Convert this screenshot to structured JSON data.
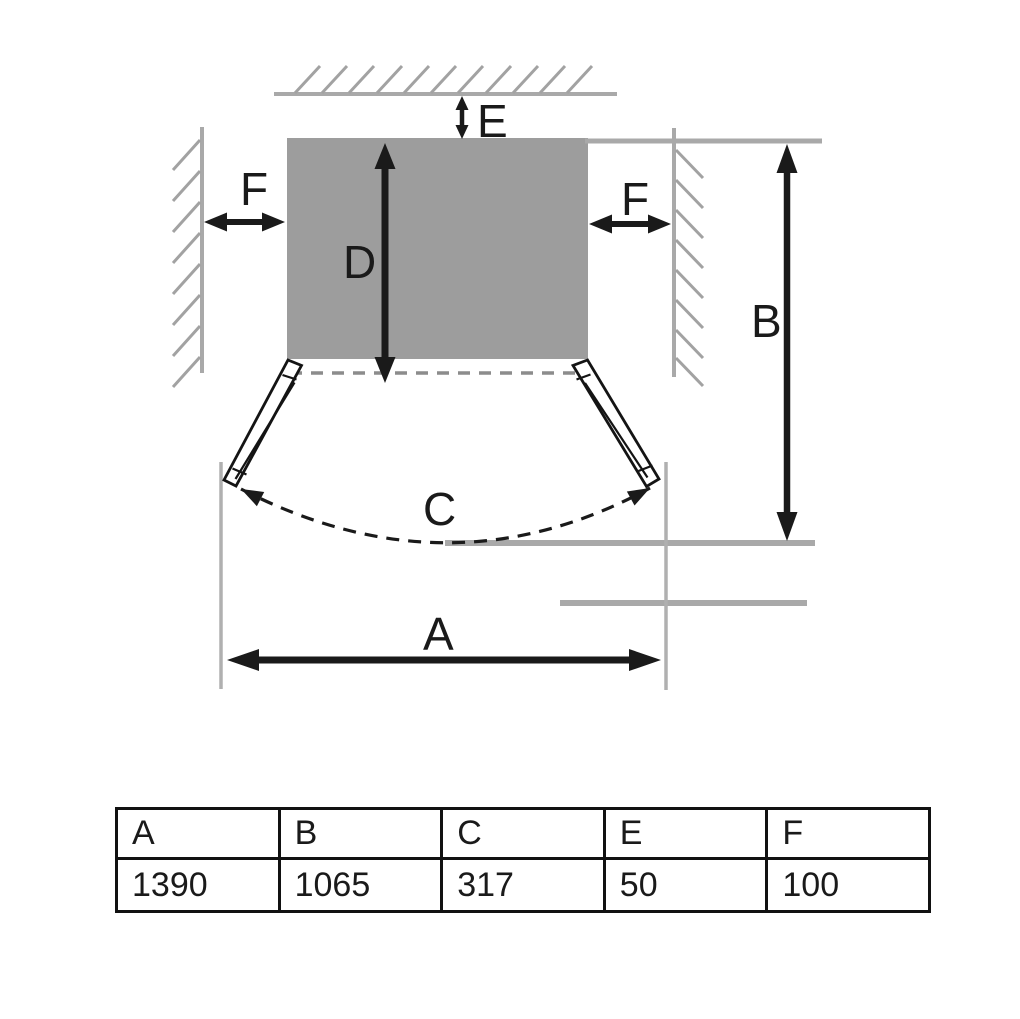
{
  "diagram": {
    "labels": {
      "a": "A",
      "b": "B",
      "c": "C",
      "d": "D",
      "e": "E",
      "f": "F"
    }
  },
  "table": {
    "columns": [
      {
        "label": "A",
        "value": "1390"
      },
      {
        "label": "B",
        "value": "1065"
      },
      {
        "label": "C",
        "value": "317"
      },
      {
        "label": "E",
        "value": "50"
      },
      {
        "label": "F",
        "value": "100"
      }
    ]
  },
  "colors": {
    "appliance_fill": "#9d9d9d",
    "wall_line": "#a9a9a9",
    "dimension_ink": "#1a1a1a",
    "background": "#ffffff"
  }
}
